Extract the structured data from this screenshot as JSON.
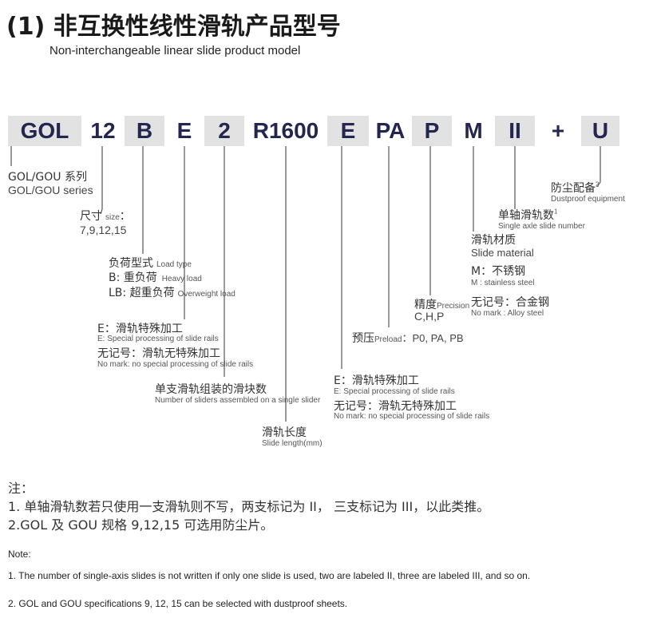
{
  "header": {
    "title": "(1) 非互换性线性滑轨产品型号",
    "subtitle": "Non-interchangeable linear slide product model"
  },
  "model_code": {
    "segments": [
      "GOL",
      "12",
      "B",
      "E",
      "2",
      "R1600",
      "E",
      "PA",
      "P",
      "M",
      "II",
      "+",
      "U"
    ]
  },
  "labels": {
    "series_cn": "GOL/GOU 系列",
    "series_en": "GOL/GOU series",
    "size_cn": "尺寸",
    "size_en": "size",
    "size_colon": "：",
    "size_values": "7,9,12,15",
    "load_cn": "负荷型式",
    "load_en": "Load type",
    "load_b_cn": "B:  重负荷",
    "load_b_en": "Heavy load",
    "load_lb_cn": "LB: 超重负荷",
    "load_lb_en": "Overweight load",
    "e1_cn": "E：滑轨特殊加工",
    "e1_en": "E:  Special processing of slide rails",
    "e1_none_cn": "无记号：滑轨无特殊加工",
    "e1_none_en": "No mark: no special processing of slide rails",
    "sliders_cn": "单支滑轨组装的滑块数",
    "sliders_en": "Number of sliders assembled on a single slider",
    "length_cn": "滑轨长度",
    "length_en": "Slide length(mm)",
    "e2_cn": "E：滑轨特殊加工",
    "e2_en": "E:  Special processing of slide rails",
    "e2_none_cn": "无记号：滑轨无特殊加工",
    "e2_none_en": "No mark: no special processing of slide rails",
    "preload_cn": "预压",
    "preload_en": "Preload",
    "preload_values": "：P0, PA, PB",
    "precision_cn": "精度",
    "precision_en": "Precision",
    "precision_values": "C,H,P",
    "material_cn": "滑轨材质",
    "material_en": "Slide material",
    "material_m_cn": "M：不锈钢",
    "material_m_en": "M : stainless steel",
    "material_none_cn": "无记号：合金钢",
    "material_none_en": "No mark : Alloy steel",
    "axle_cn": "单轴滑轨数",
    "axle_sup": "1",
    "axle_en": "Single axle slide number",
    "dust_cn": "防尘配备",
    "dust_sup": "2",
    "dust_en": "Dustproof equipment"
  },
  "notes": {
    "cn_title": "注：",
    "cn_1": "1. 单轴滑轨数若只使用一支滑轨则不写，两支标记为 II，  三支标记为 III，以此类推。",
    "cn_2": "2.GOL 及 GOU 规格 9,12,15 可选用防尘片。",
    "en_title": "Note:",
    "en_1": "1. The number of single-axis slides is not written if only one slide is used, two are labeled II, three are labeled III, and so on.",
    "en_2": "2. GOL and GOU specifications 9, 12, 15 can be selected with dustproof sheets."
  },
  "colors": {
    "segment_text": "#23264f",
    "segment_bg": "#e2e2e2",
    "line": "#333333"
  }
}
